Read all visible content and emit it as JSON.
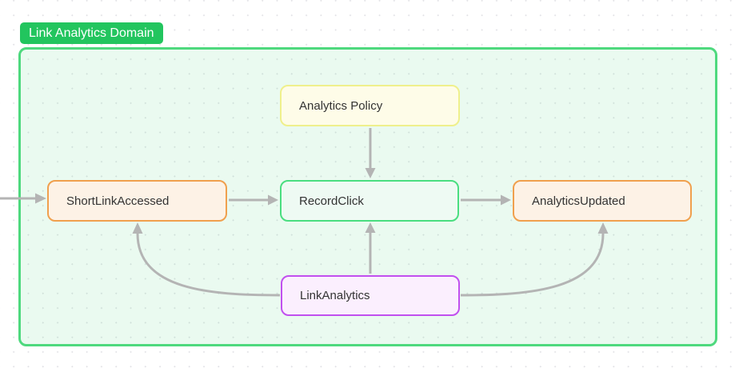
{
  "domain_group": {
    "title": "Link Analytics Domain",
    "label_bg": "#22c55e",
    "label_text_color": "#ffffff",
    "border_color": "#4ed97e",
    "fill_color": "#e9f8ef"
  },
  "nodes": [
    {
      "id": "analytics_policy",
      "label": "Analytics Policy",
      "type": "policy",
      "border_color": "#eff08c",
      "fill_color": "#fefce8"
    },
    {
      "id": "short_link_accessed",
      "label": "ShortLinkAccessed",
      "type": "event",
      "border_color": "#f0a04e",
      "fill_color": "#fdf2e6"
    },
    {
      "id": "record_click",
      "label": "RecordClick",
      "type": "command",
      "border_color": "#4ade80",
      "fill_color": "#eefaf3"
    },
    {
      "id": "analytics_updated",
      "label": "AnalyticsUpdated",
      "type": "event",
      "border_color": "#f0a04e",
      "fill_color": "#fdf2e6"
    },
    {
      "id": "link_analytics",
      "label": "LinkAnalytics",
      "type": "aggregate",
      "border_color": "#c150ef",
      "fill_color": "#fbeffe"
    }
  ],
  "edges": [
    {
      "from": "external",
      "to": "short_link_accessed",
      "style": "straight-horizontal"
    },
    {
      "from": "short_link_accessed",
      "to": "record_click",
      "style": "straight-horizontal"
    },
    {
      "from": "record_click",
      "to": "analytics_updated",
      "style": "straight-horizontal"
    },
    {
      "from": "analytics_policy",
      "to": "record_click",
      "style": "straight-vertical-down"
    },
    {
      "from": "link_analytics",
      "to": "record_click",
      "style": "straight-vertical-up"
    },
    {
      "from": "link_analytics",
      "to": "short_link_accessed",
      "style": "curved-up-left"
    },
    {
      "from": "link_analytics",
      "to": "analytics_updated",
      "style": "curved-up-right"
    }
  ],
  "connector_color": "#b4b4b4"
}
